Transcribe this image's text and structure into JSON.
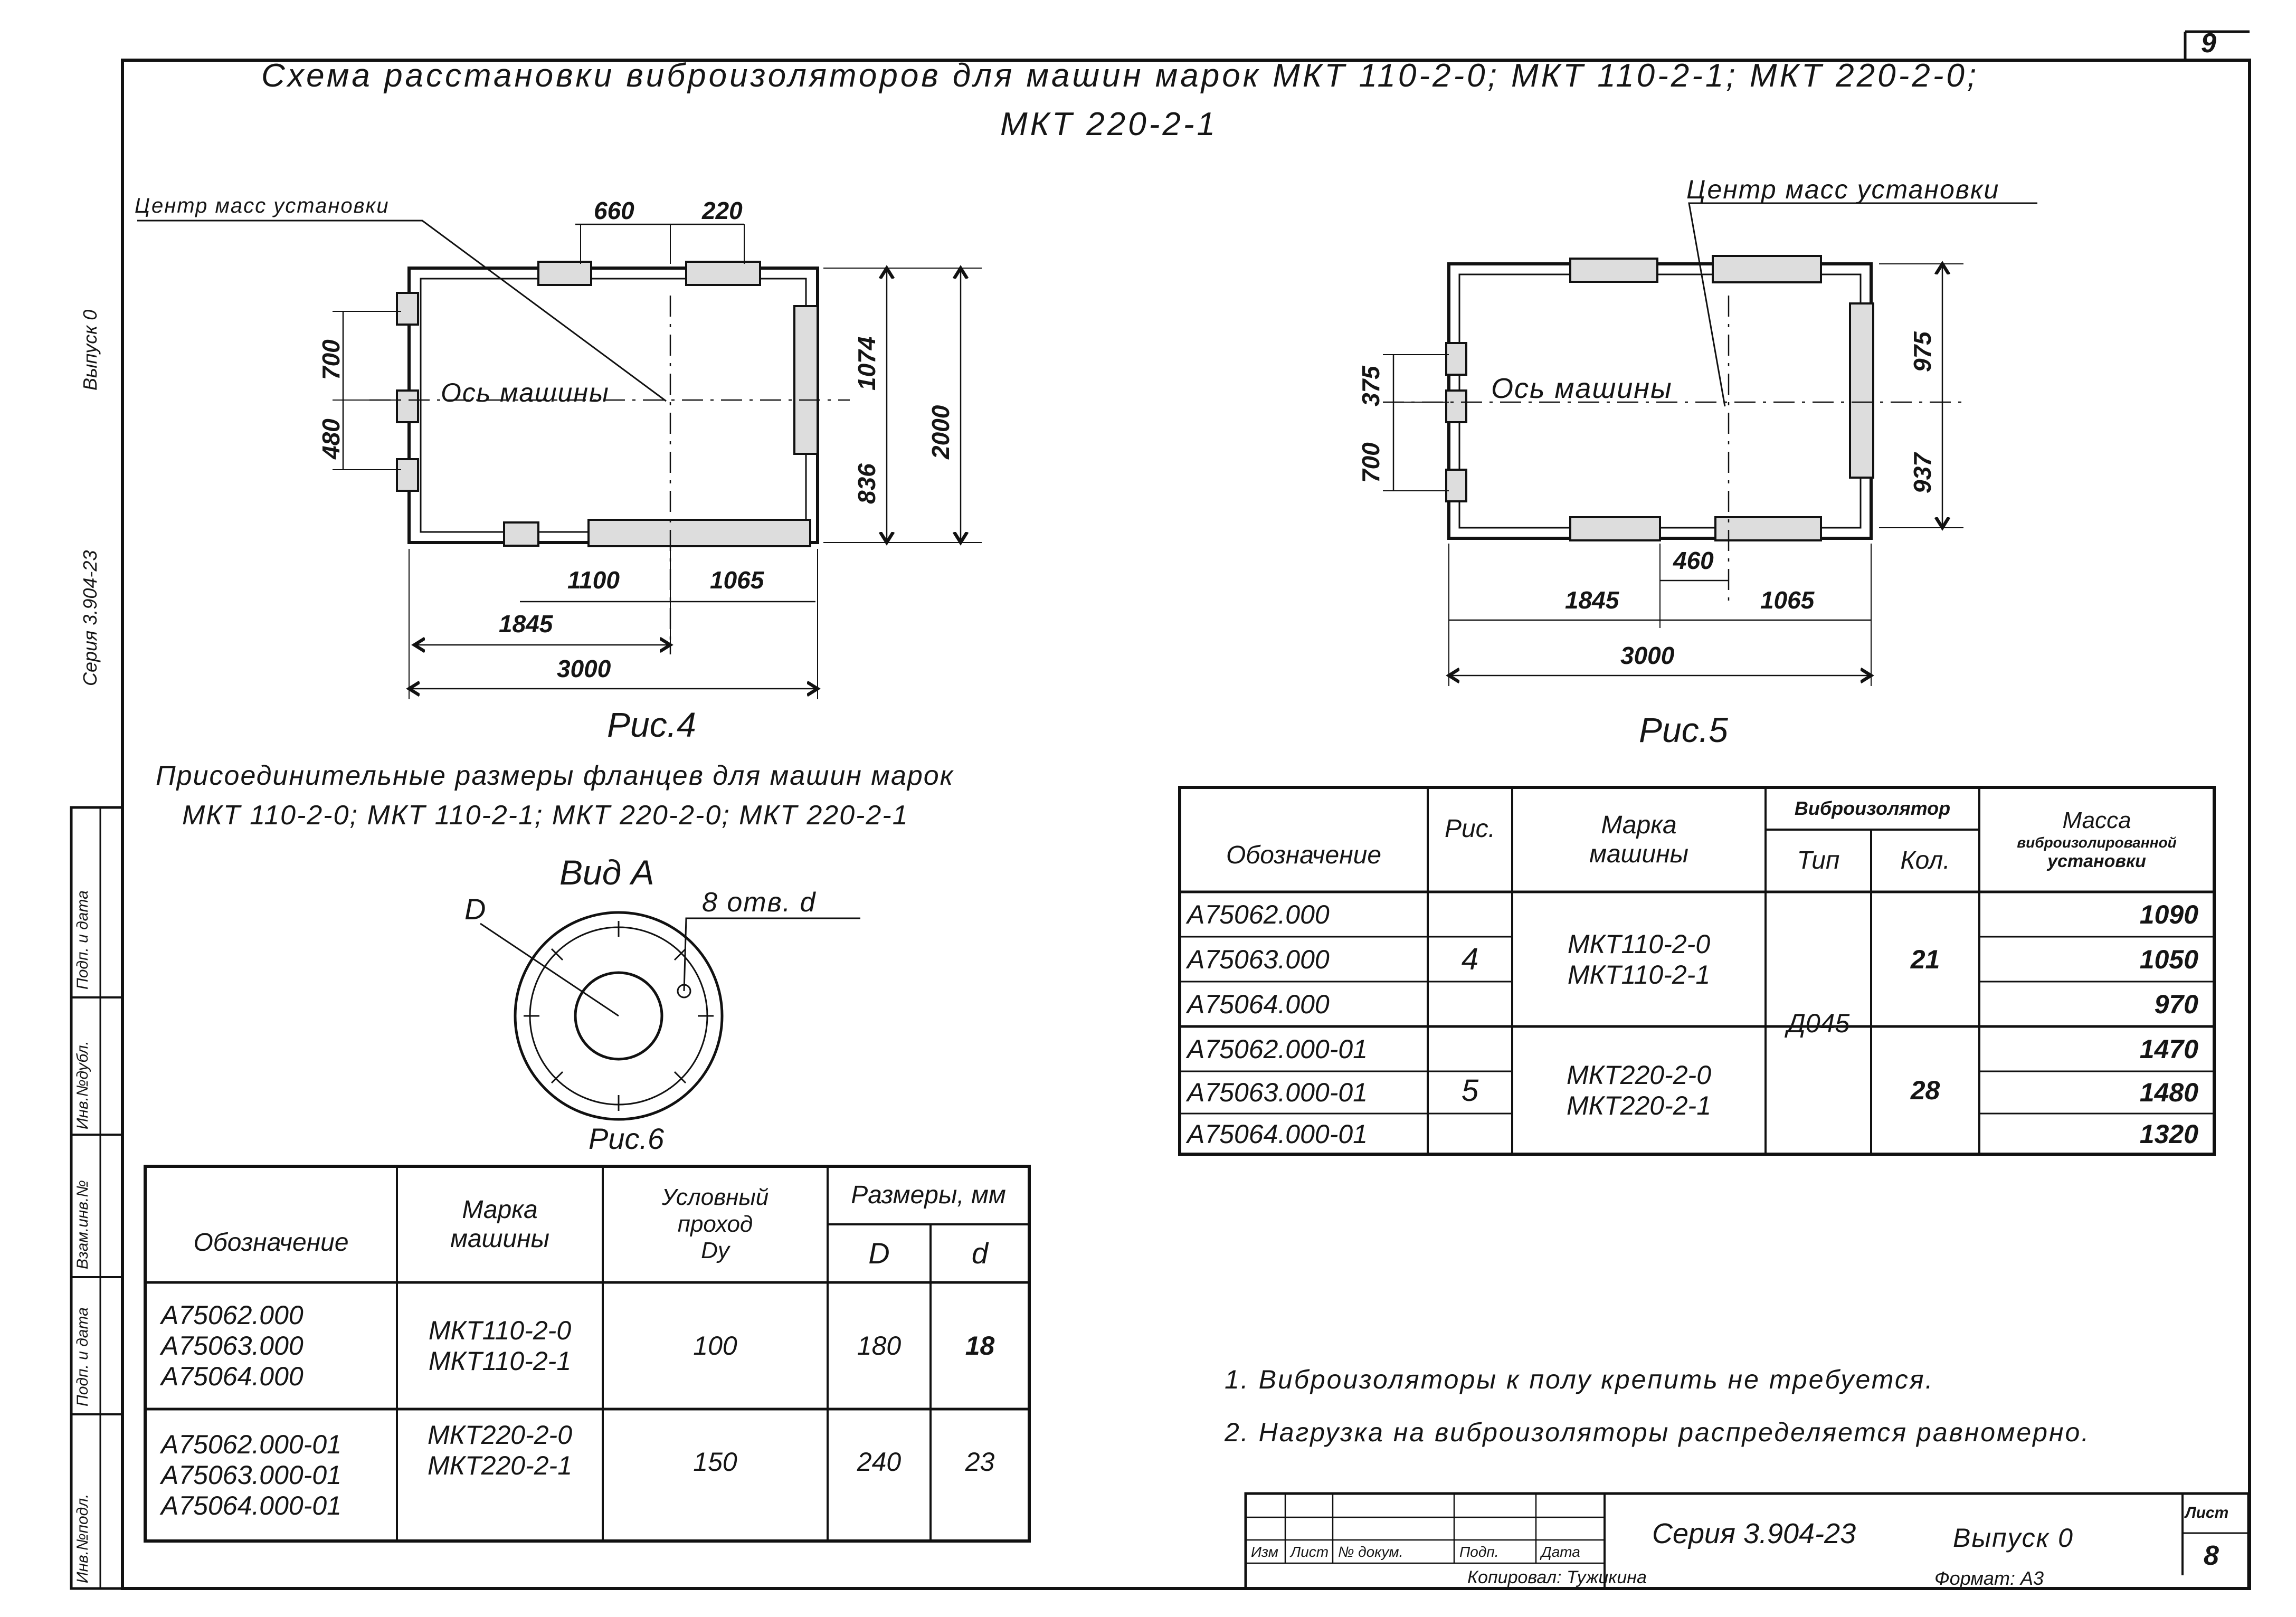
{
  "corner_page": "9",
  "title": {
    "line1": "Схема расстановки виброизоляторов для машин   марок МКТ 110-2-0; МКТ 110-2-1; МКТ 220-2-0;",
    "line2": "МКТ 220-2-1"
  },
  "side_text": {
    "seria": "Серия 3.904-23",
    "vypusk": "Выпуск 0"
  },
  "fig4": {
    "caption": "Рис.4",
    "center_label": "Центр масс установки",
    "axis_label": "Ось машины",
    "dims": {
      "d660": "660",
      "d220": "220",
      "d700": "700",
      "d480": "480",
      "d1074": "1074",
      "d836": "836",
      "d2000": "2000",
      "d1100": "1100",
      "d1065": "1065",
      "d1845": "1845",
      "d3000": "3000"
    }
  },
  "fig5": {
    "caption": "Рис.5",
    "center_label": "Центр масс установки",
    "axis_label": "Ось машины",
    "dims": {
      "d375": "375",
      "d700": "700",
      "d975": "975",
      "d937": "937",
      "d460": "460",
      "d1845": "1845",
      "d1065": "1065",
      "d3000": "3000"
    }
  },
  "flange": {
    "heading_line1": "Присоединительные размеры фланцев для машин марок",
    "heading_line2": "МКТ 110-2-0;  МКТ 110-2-1;  МКТ 220-2-0;  МКТ 220-2-1",
    "view_label": "Вид А",
    "d_label": "D",
    "holes_label": "8 отв. d",
    "caption": "Рис.6"
  },
  "table_flange": {
    "headers": {
      "designation": "Обозначение",
      "machine_line1": "Марка",
      "machine_line2": "машины",
      "du_line1": "Условный",
      "du_line2": "проход",
      "du_line3": "Dу",
      "sizes": "Размеры, мм",
      "D": "D",
      "d": "d"
    },
    "rows": [
      {
        "designations": [
          "А75062.000",
          "А75063.000",
          "А75064.000"
        ],
        "machines": [
          "МКТ110-2-0",
          "МКТ110-2-1"
        ],
        "du": "100",
        "D": "180",
        "d": "18"
      },
      {
        "designations": [
          "А75062.000-01",
          "А75063.000-01",
          "А75064.000-01"
        ],
        "machines": [
          "МКТ220-2-0",
          "МКТ220-2-1"
        ],
        "du": "150",
        "D": "240",
        "d": "23"
      }
    ]
  },
  "table_iso": {
    "headers": {
      "designation": "Обозначение",
      "fig": "Рис.",
      "machine_line1": "Марка",
      "machine_line2": "машины",
      "isolator": "Виброизолятор",
      "type": "Тип",
      "qty": "Кол.",
      "mass_line1": "Масса",
      "mass_line2": "виброизолированной",
      "mass_line3": "установки"
    },
    "groups": [
      {
        "fig": "4",
        "machines": [
          "МКТ110-2-0",
          "МКТ110-2-1"
        ],
        "qty": "21",
        "rows": [
          {
            "designation": "А75062.000",
            "mass": "1090"
          },
          {
            "designation": "А75063.000",
            "mass": "1050"
          },
          {
            "designation": "А75064.000",
            "mass": "970"
          }
        ]
      },
      {
        "fig": "5",
        "machines": [
          "МКТ220-2-0",
          "МКТ220-2-1"
        ],
        "qty": "28",
        "rows": [
          {
            "designation": "А75062.000-01",
            "mass": "1470"
          },
          {
            "designation": "А75063.000-01",
            "mass": "1480"
          },
          {
            "designation": "А75064.000-01",
            "mass": "1320"
          }
        ]
      }
    ],
    "type_value": "Д045"
  },
  "notes": [
    "1. Виброизоляторы к полу крепить не требуется.",
    "2. Нагрузка на виброизоляторы распределяется равномерно."
  ],
  "stamp": {
    "cols": [
      "Изм",
      "Лист",
      "№ докум.",
      "Подп.",
      "Дата"
    ],
    "seria": "Серия 3.904-23",
    "vypusk": "Выпуск 0",
    "sheet_label": "Лист",
    "sheet_no": "8",
    "copied": "Копировал: Тужикина",
    "format": "Формат: А3"
  },
  "left_strip": [
    "Инв.№подл.",
    "Подп. и дата",
    "Взам.инв.№",
    "Инв.№дубл.",
    "Подп. и дата"
  ]
}
